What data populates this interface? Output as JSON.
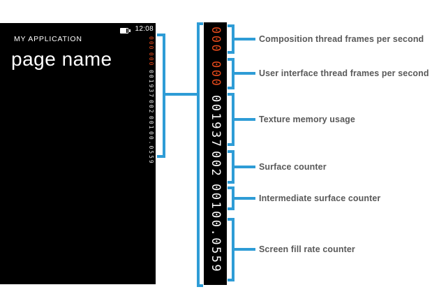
{
  "figure": {
    "phone": {
      "status_time": "12:08",
      "app_title": "MY APPLICATION",
      "page_title": "page name"
    },
    "counters": [
      {
        "name": "composition-thread-fps",
        "value": "000",
        "label": "Composition thread frames per second"
      },
      {
        "name": "ui-thread-fps",
        "value": "000",
        "label": "User interface thread frames per second"
      },
      {
        "name": "texture-memory-usage",
        "value": "001937",
        "label": "Texture memory usage"
      },
      {
        "name": "surface-counter",
        "value": "002",
        "label": "Surface counter"
      },
      {
        "name": "intermediate-surface-counter",
        "value": "001",
        "label": "Intermediate surface counter"
      },
      {
        "name": "screen-fill-rate-counter",
        "value": "00.0559",
        "label": "Screen fill rate counter"
      }
    ],
    "colors": {
      "callout_blue": "#2E9CD6",
      "counter_red": "#E2491B",
      "label_gray": "#595959",
      "phone_bg": "#000000",
      "canvas_bg": "#FFFFFF"
    }
  }
}
